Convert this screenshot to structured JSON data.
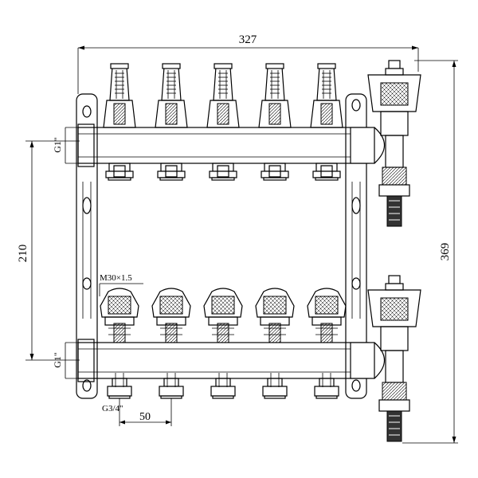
{
  "dimensions": {
    "overall_width": "327",
    "overall_height": "369",
    "manifold_spacing": "210",
    "outlet_pitch": "50",
    "inlet_thread_top": "G1\"",
    "inlet_thread_bottom": "G1\"",
    "valve_thread": "M30×1.5",
    "outlet_thread": "G3/4\""
  },
  "upper_manifold": {
    "outlets": 5
  },
  "lower_manifold": {
    "outlets": 5
  }
}
